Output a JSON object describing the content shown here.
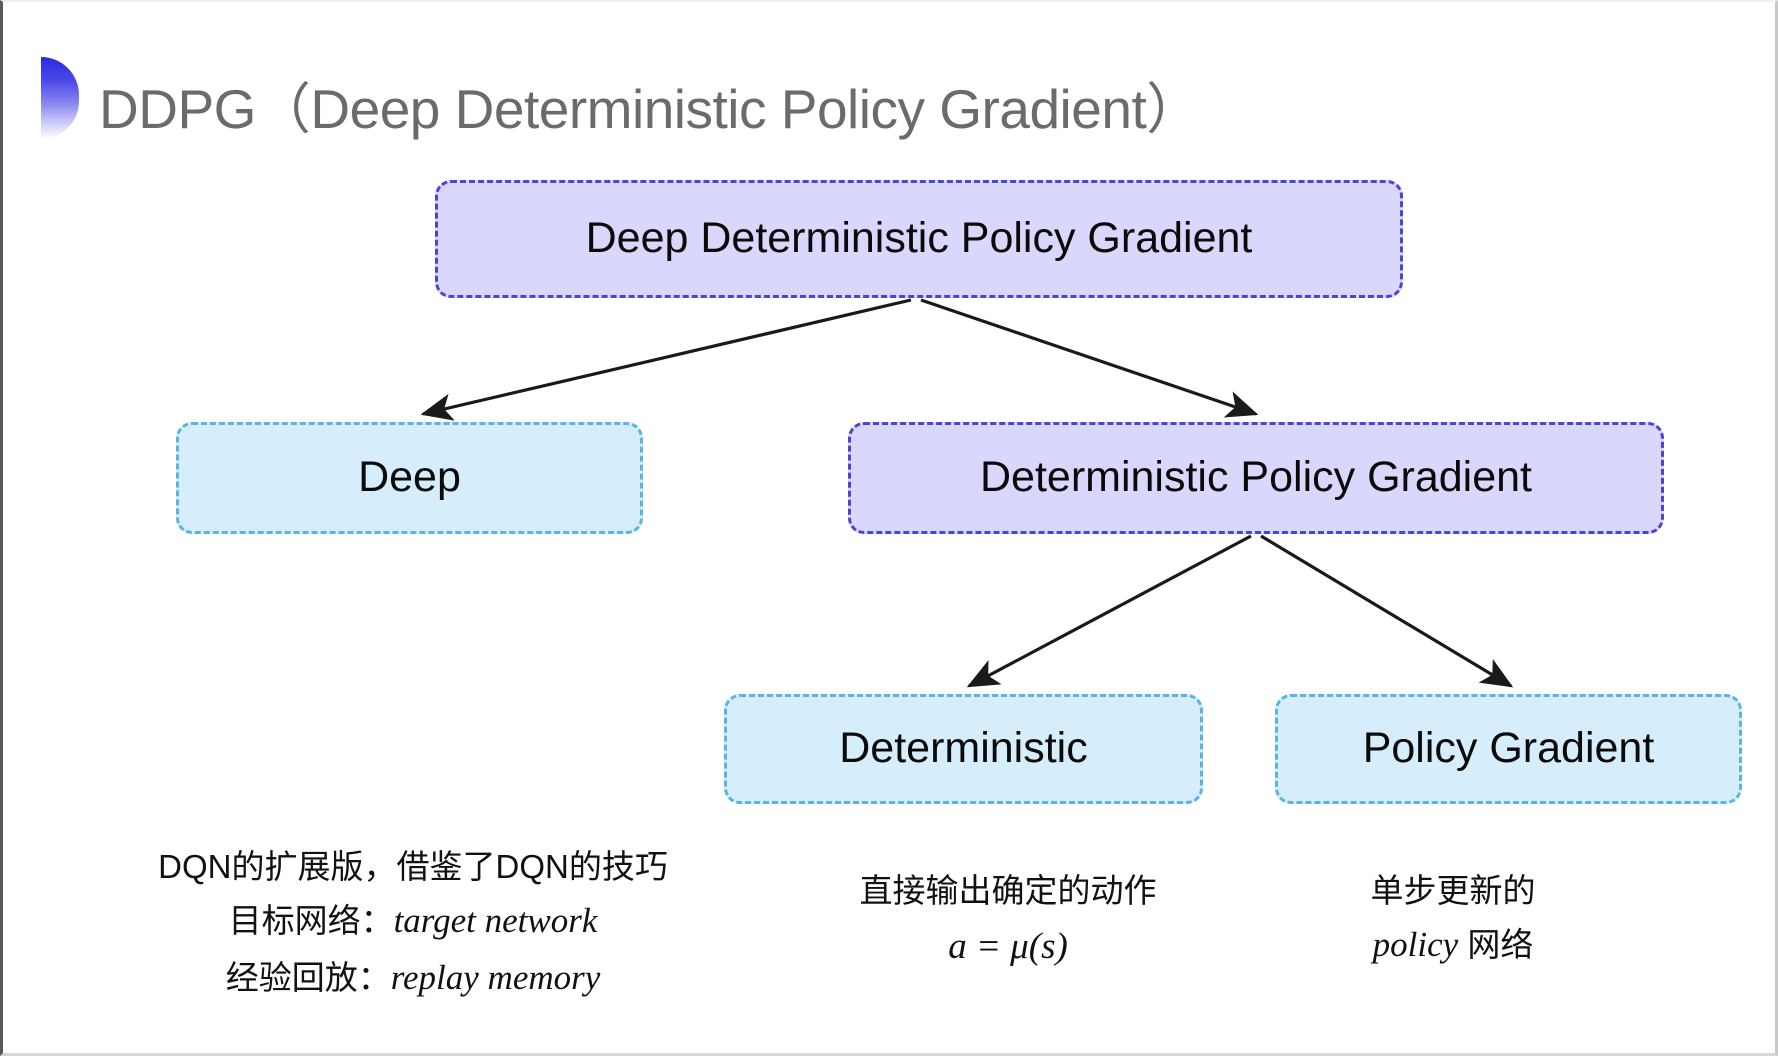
{
  "slide": {
    "title": "DDPG（Deep Deterministic Policy Gradient）",
    "decor_gradient_from": "#2a2ae0",
    "decor_gradient_to": "#ffffff",
    "title_color": "#6b6b6d",
    "background": "#ffffff"
  },
  "palette": {
    "purple_fill": "#d9d7fb",
    "purple_border": "#4b45d6",
    "blue_fill": "#d6eefb",
    "blue_border": "#5bb3e4",
    "arrow_color": "#1a1a1a"
  },
  "diagram": {
    "nodes": [
      {
        "id": "root",
        "label": "Deep Deterministic Policy Gradient",
        "style": "purple"
      },
      {
        "id": "deep",
        "label": "Deep",
        "style": "blue"
      },
      {
        "id": "dpg",
        "label": "Deterministic Policy Gradient",
        "style": "purple"
      },
      {
        "id": "deterministic",
        "label": "Deterministic",
        "style": "blue"
      },
      {
        "id": "policy_gradient",
        "label": "Policy Gradient",
        "style": "blue"
      }
    ],
    "edges": [
      {
        "from": "root",
        "to": "deep"
      },
      {
        "from": "root",
        "to": "dpg"
      },
      {
        "from": "dpg",
        "to": "deterministic"
      },
      {
        "from": "dpg",
        "to": "policy_gradient"
      }
    ]
  },
  "captions": {
    "deep": {
      "line1": "DQN的扩展版，借鉴了DQN的技巧",
      "line2_label": "目标网络：",
      "line2_term": "target network",
      "line3_label": "经验回放：",
      "line3_term": "replay memory"
    },
    "deterministic": {
      "line1": "直接输出确定的动作",
      "line2_formula": "a = μ(s)"
    },
    "policy_gradient": {
      "line1": "单步更新的",
      "line2_term": "policy",
      "line2_suffix": " 网络"
    }
  }
}
